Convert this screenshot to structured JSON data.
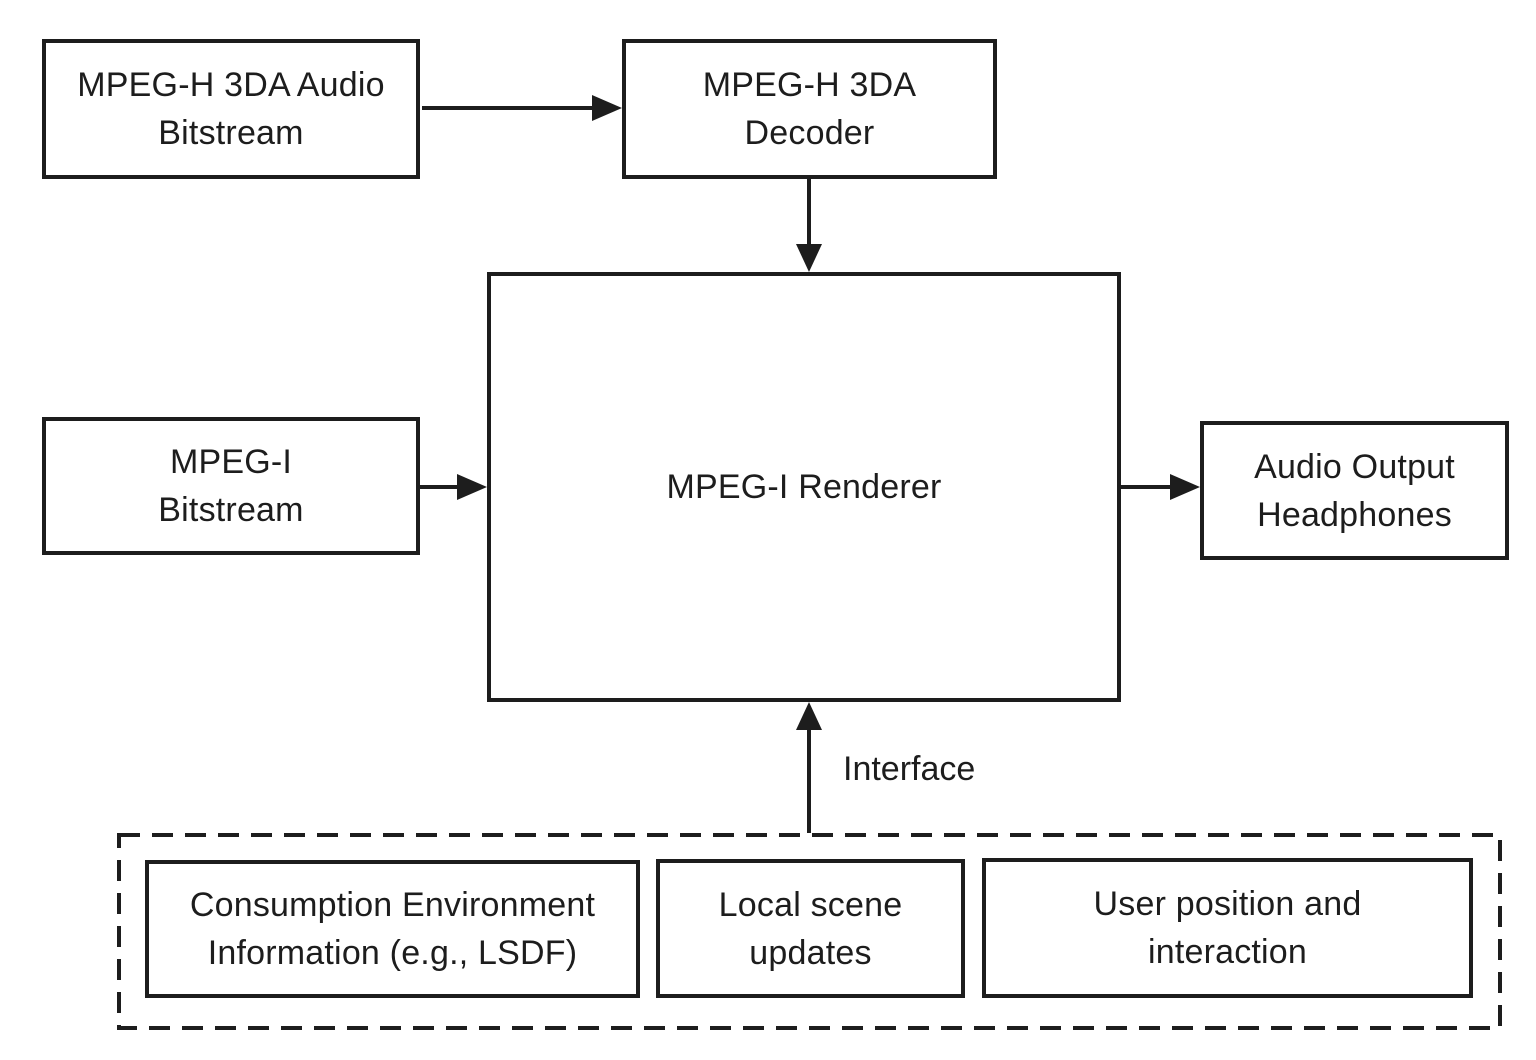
{
  "colors": {
    "ink": "#1d1d1d",
    "background": "#ffffff"
  },
  "nodes": {
    "mpeg_h_3da_audio_bitstream": {
      "lines": [
        "MPEG-H 3DA Audio",
        "Bitstream"
      ]
    },
    "mpeg_h_3da_decoder": {
      "lines": [
        "MPEG-H 3DA",
        "Decoder"
      ]
    },
    "mpeg_i_bitstream": {
      "lines": [
        "MPEG-I",
        "Bitstream"
      ]
    },
    "mpeg_i_renderer": {
      "lines": [
        "MPEG-I Renderer"
      ]
    },
    "audio_output_headphones": {
      "lines": [
        "Audio Output",
        "Headphones"
      ]
    },
    "consumption_environment": {
      "lines": [
        "Consumption Environment",
        "Information (e.g., LSDF)"
      ]
    },
    "local_scene_updates": {
      "lines": [
        "Local scene",
        "updates"
      ]
    },
    "user_position_interaction": {
      "lines": [
        "User position and",
        "interaction"
      ]
    }
  },
  "edge_labels": {
    "interface": "Interface"
  }
}
